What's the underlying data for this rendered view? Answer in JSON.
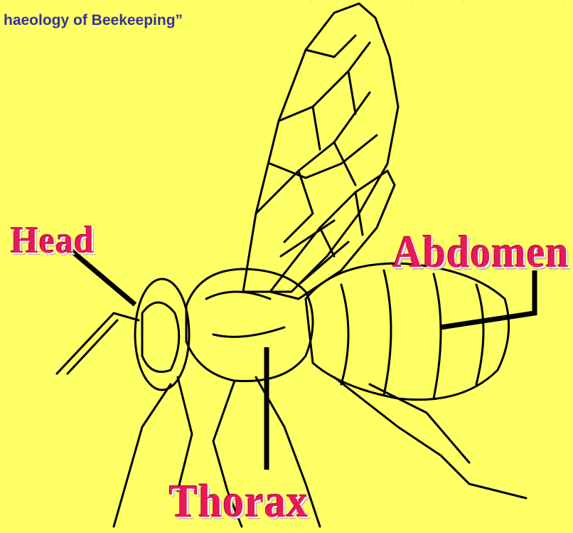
{
  "title": "haeology of Beekeeping”",
  "labels": {
    "head": "Head",
    "thorax": "Thorax",
    "abdomen": "Abdomen"
  },
  "colors": {
    "background": "#ffff66",
    "title": "#333399",
    "label": "#e8185a",
    "outline": "#000000"
  }
}
